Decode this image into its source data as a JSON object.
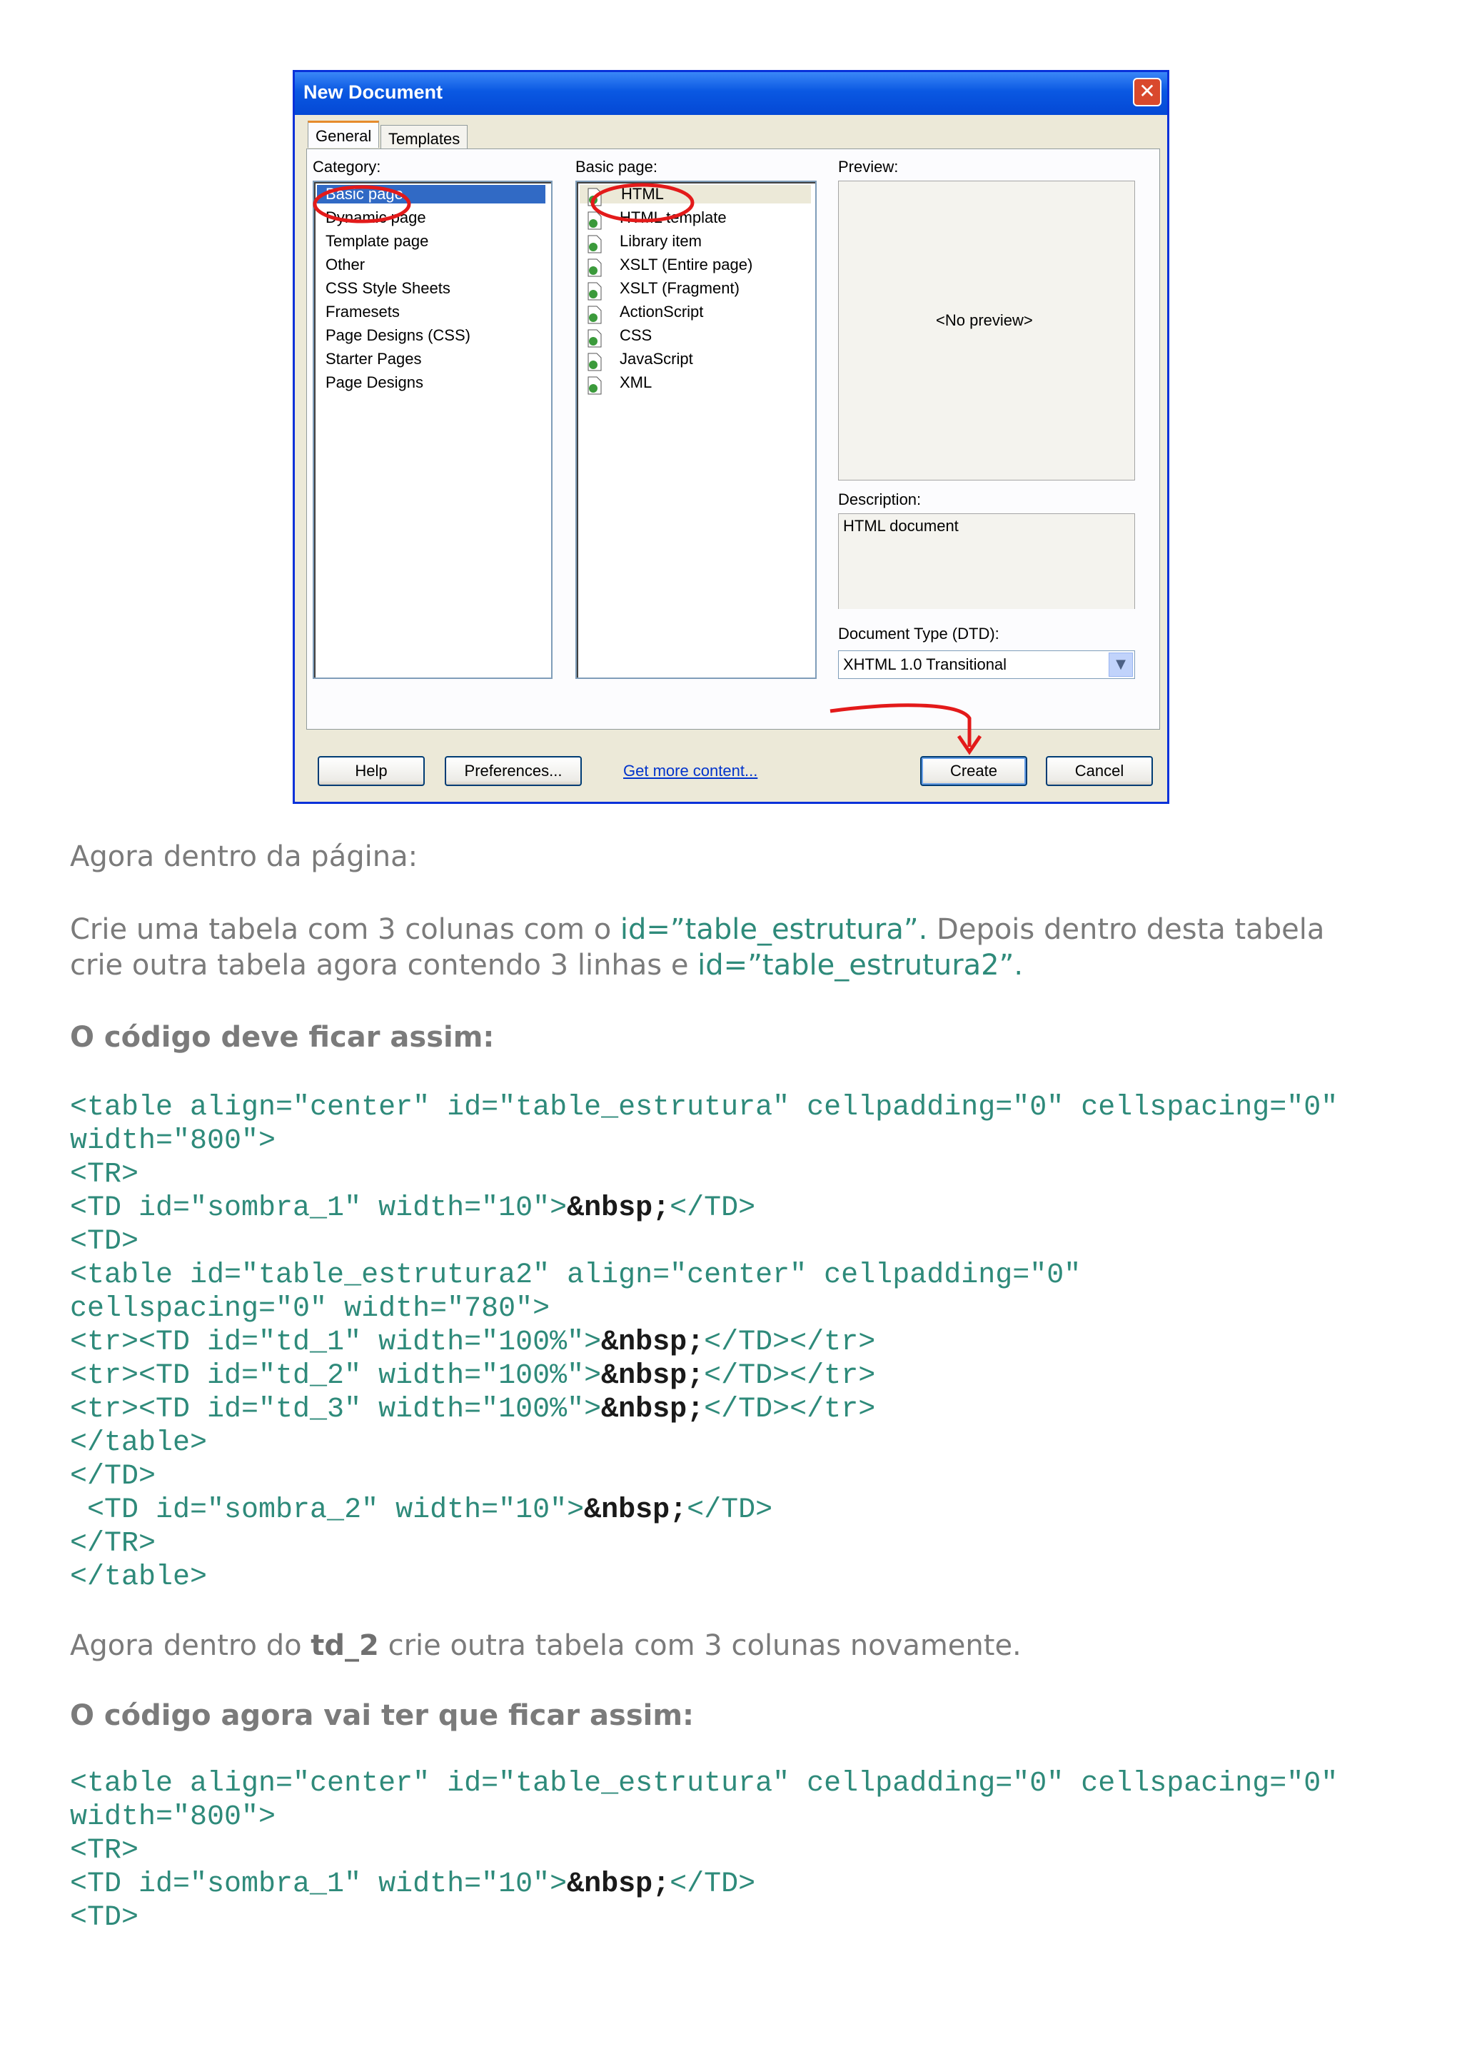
{
  "dialog": {
    "title": "New Document",
    "close_glyph": "✕",
    "tabs": [
      "General",
      "Templates"
    ],
    "category_label": "Category:",
    "categories": [
      "Basic page",
      "Dynamic page",
      "Template page",
      "Other",
      "CSS Style Sheets",
      "Framesets",
      "Page Designs (CSS)",
      "Starter Pages",
      "Page Designs"
    ],
    "basic_page_label": "Basic page:",
    "basic_pages": [
      "HTML",
      "HTML template",
      "Library item",
      "XSLT (Entire page)",
      "XSLT (Fragment)",
      "ActionScript",
      "CSS",
      "JavaScript",
      "XML"
    ],
    "preview_label": "Preview:",
    "preview_text": "<No preview>",
    "description_label": "Description:",
    "description_text": "HTML document",
    "doctype_label": "Document Type (DTD):",
    "doctype_value": "XHTML 1.0 Transitional",
    "buttons": {
      "help": "Help",
      "preferences": "Preferences...",
      "more": "Get more content...",
      "create": "Create",
      "cancel": "Cancel"
    }
  },
  "text": {
    "p1": "Agora dentro da página:",
    "p2_a": "Crie uma tabela com 3 colunas com o ",
    "p2_id1": "id=”table_estrutura”.",
    "p2_b": " Depois dentro desta tabela",
    "p3_a": "crie outra tabela agora contendo 3 linhas e ",
    "p3_id2": "id=”table_estrutura2”.",
    "h1": "O código deve ficar assim:",
    "p4_a": "Agora dentro do ",
    "p4_b": "td_2",
    "p4_c": " crie outra tabela com 3 colunas novamente.",
    "h2": "O código agora vai ter que ficar assim:"
  },
  "code1": {
    "l1": "<table align=\"center\" id=\"table_estrutura\" cellpadding=\"0\" cellspacing=\"0\"",
    "l2": "width=\"800\">",
    "l3": "<TR>",
    "l4a": "<TD id=\"sombra_1\" width=\"10\">",
    "nbsp": "&nbsp;",
    "l4c": "</TD>",
    "l5": "<TD>",
    "l6": "<table id=\"table_estrutura2\" align=\"center\" cellpadding=\"0\"",
    "l7": "cellspacing=\"0\" width=\"780\">",
    "l8a": "<tr><TD id=\"td_1\" width=\"100%\">",
    "l8c": "</TD></tr>",
    "l9a": "<tr><TD id=\"td_2\" width=\"100%\">",
    "l9c": "</TD></tr>",
    "l10a": "<tr><TD id=\"td_3\" width=\"100%\">",
    "l10c": "</TD></tr>",
    "l11": "</table>",
    "l12": "</TD>",
    "l13a": " <TD id=\"sombra_2\" width=\"10\">",
    "l13c": "</TD>",
    "l14": "</TR>",
    "l15": "</table>"
  },
  "code2": {
    "l1": "<table align=\"center\" id=\"table_estrutura\" cellpadding=\"0\" cellspacing=\"0\"",
    "l2": "width=\"800\">",
    "l3": "<TR>",
    "l4a": "<TD id=\"sombra_1\" width=\"10\">",
    "nbsp": "&nbsp;",
    "l4c": "</TD>",
    "l5": "<TD>"
  }
}
